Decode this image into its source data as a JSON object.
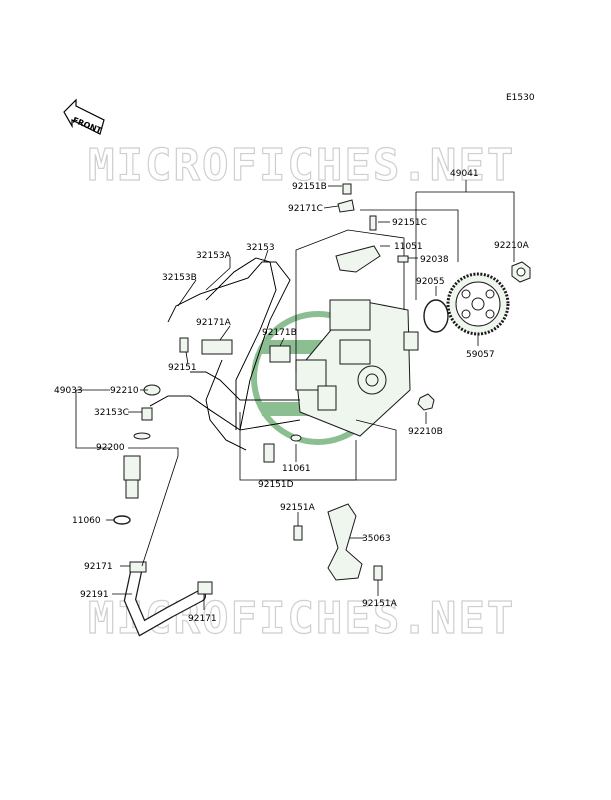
{
  "diagram_code": "E1530",
  "front_label": "FRONT",
  "watermark": "MICROFICHES.NET",
  "callouts": {
    "p49041": "49041",
    "p92151B": "92151B",
    "p92171C": "92171C",
    "p92151C": "92151C",
    "p92210A": "92210A",
    "p32153": "32153",
    "p32153A": "32153A",
    "p11051": "11051",
    "p92038": "92038",
    "p32153B": "32153B",
    "p92055": "92055",
    "p92171A": "92171A",
    "p92171B": "92171B",
    "p59057": "59057",
    "p92151": "92151",
    "p49033": "49033",
    "p92210": "92210",
    "p32153C": "32153C",
    "p92210B": "92210B",
    "p92200": "92200",
    "p11061": "11061",
    "p92151D": "92151D",
    "p92151A_top": "92151A",
    "p11060": "11060",
    "p35063": "35063",
    "p92171_left": "92171",
    "p92191": "92191",
    "p92151A_bottom": "92151A",
    "p92171_bottom": "92171"
  },
  "colors": {
    "part_fill": "#eef6ee",
    "watermark": "#cfcfcf",
    "logo_green": "#2e8b3a"
  }
}
